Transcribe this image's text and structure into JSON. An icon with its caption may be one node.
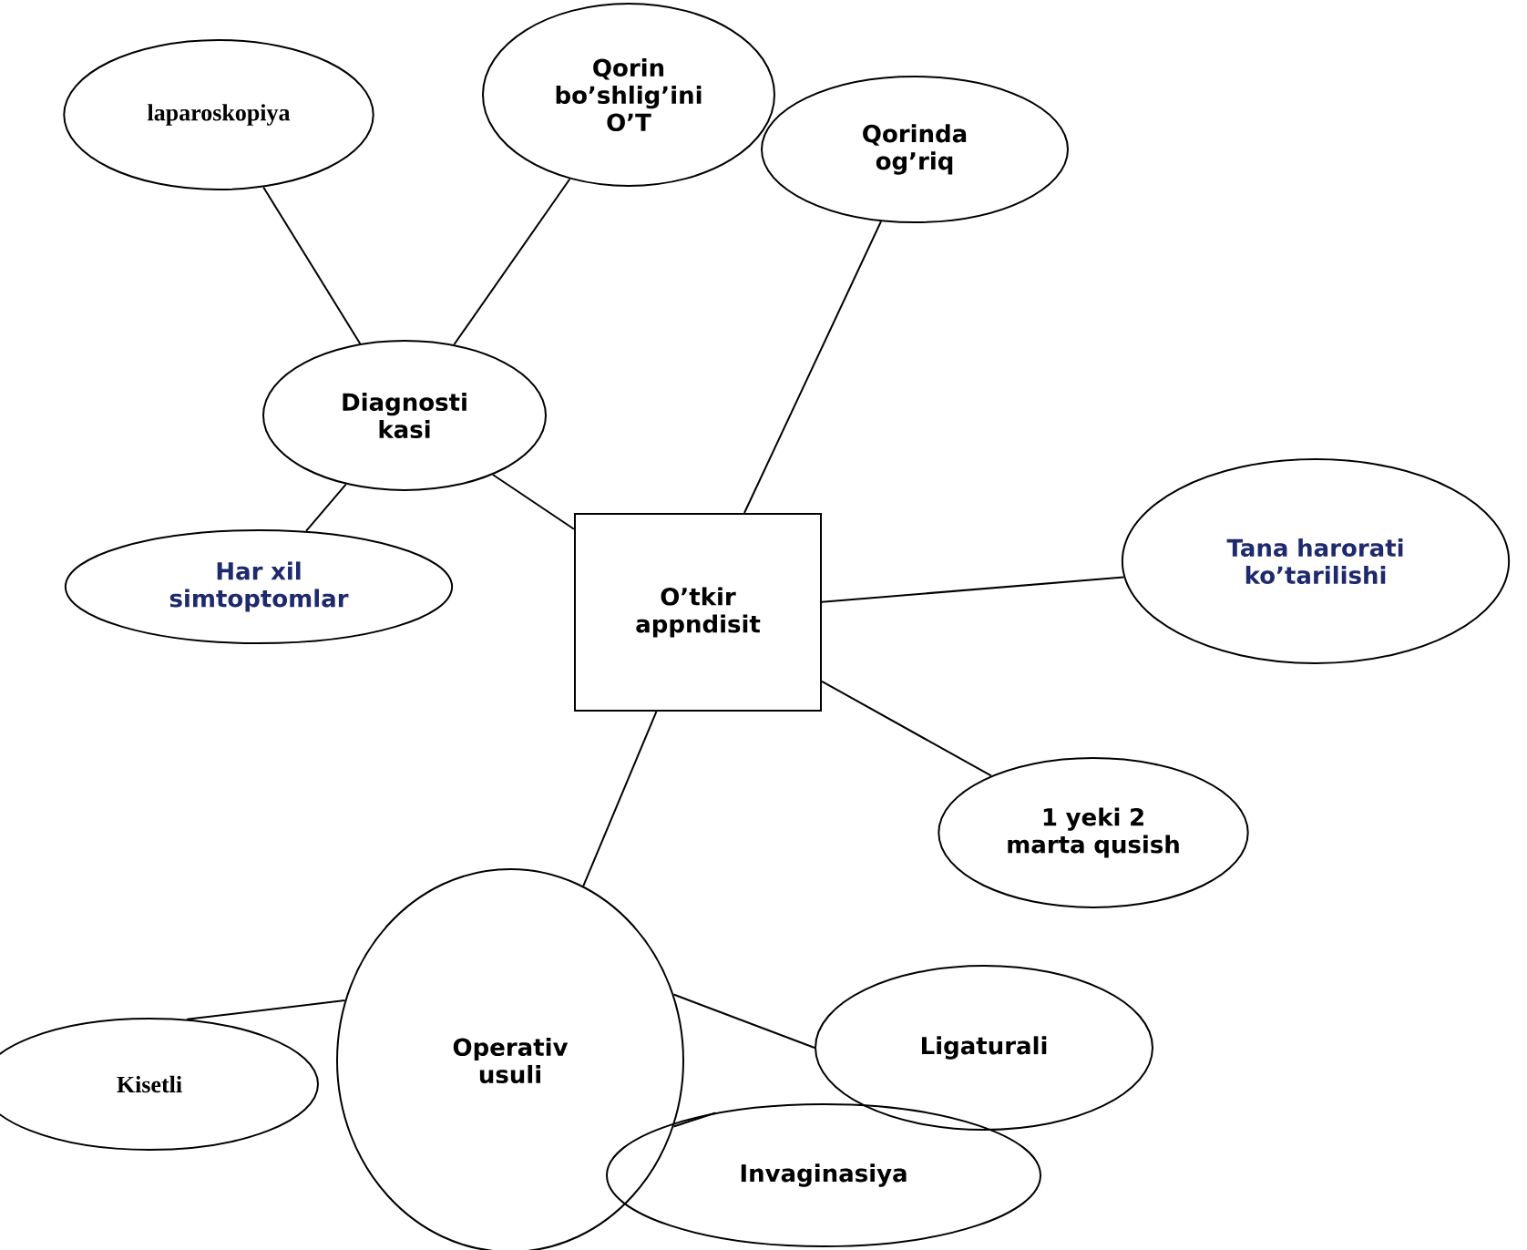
{
  "diagram": {
    "nodes": [
      {
        "text": [
          "laparoskopiya"
        ]
      },
      {
        "text": [
          "Qorin bo’shlig’ini O’T"
        ]
      },
      {
        "text": [
          "Diagnosti kasi"
        ]
      },
      {
        "text": [
          "Qorinda og’riq"
        ]
      },
      {
        "text": [
          "Har xil simtoptomlar"
        ]
      },
      {
        "text": [
          "Tana harorati ko’tarilishi"
        ]
      },
      {
        "text": [
          "O’tkir appndisit"
        ]
      },
      {
        "text": [
          "1 yeki 2 marta qusish"
        ]
      },
      {
        "text": [
          "Operativ usuli"
        ]
      },
      {
        "text": [
          "Ligaturali"
        ]
      },
      {
        "text": [
          "Kisetli"
        ]
      },
      {
        "text": [
          "Invaginasiya"
        ]
      }
    ],
    "edges": [
      {
        "from": 2,
        "to": 0,
        "arrow": "none"
      },
      {
        "from": 2,
        "to": 1,
        "arrow": "none"
      },
      {
        "from": 2,
        "to": 4,
        "arrow": "none"
      },
      {
        "from": 2,
        "to": 6,
        "arrow": "none"
      },
      {
        "from": 6,
        "to": 3,
        "arrow": "none"
      },
      {
        "from": 6,
        "to": 5,
        "arrow": "none"
      },
      {
        "from": 6,
        "to": 7,
        "arrow": "none"
      },
      {
        "from": 6,
        "to": 8,
        "arrow": "none"
      },
      {
        "from": 8,
        "to": 10,
        "arrow": "none"
      },
      {
        "from": 8,
        "to": 9,
        "arrow": "none"
      },
      {
        "from": 8,
        "to": 11,
        "arrow": "none"
      }
    ]
  }
}
